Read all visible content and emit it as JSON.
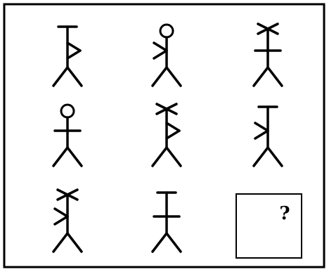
{
  "puzzle": {
    "figures": [
      {
        "head": "T-bar",
        "arms": "chevron-right"
      },
      {
        "head": "circle",
        "arms": "chevron-left"
      },
      {
        "head": "X",
        "arms": "straight"
      },
      {
        "head": "circle",
        "arms": "straight"
      },
      {
        "head": "X",
        "arms": "chevron-right"
      },
      {
        "head": "T-bar",
        "arms": "chevron-left"
      },
      {
        "head": "X",
        "arms": "chevron-left"
      },
      {
        "head": "T-bar",
        "arms": "straight"
      }
    ],
    "answer_cell": {
      "mark": "?"
    }
  },
  "colors": {
    "ink": "#000000",
    "background": "#ffffff"
  }
}
